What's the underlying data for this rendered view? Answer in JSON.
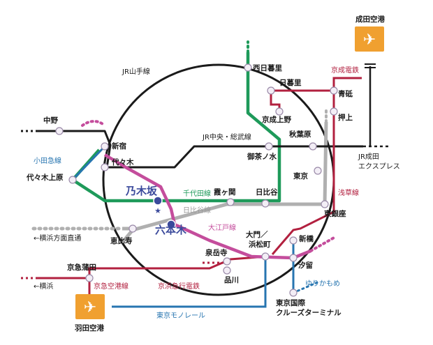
{
  "stations": {
    "narita": "成田空港",
    "nishi_nippori": "西日暮里",
    "nippori": "日暮里",
    "aoto": "青砥",
    "oshiage": "押上",
    "keisei_ueno": "京成上野",
    "akihabara": "秋葉原",
    "nakano": "中野",
    "shinjuku": "新宿",
    "yoyogi": "代々木",
    "yoyogi_uehara": "代々木上原",
    "ochanomizu": "御茶ノ水",
    "tokyo": "東京",
    "nogizaka": "乃木坂",
    "kasumigaseki": "霞ヶ関",
    "hibiya": "日比谷",
    "higashi_ginza": "東銀座",
    "roppongi": "六本木",
    "ebisu": "恵比寿",
    "daimon": "大門／",
    "hamamatsucho": "浜松町",
    "shimbashi": "新橋",
    "sengakuji": "泉岳寺",
    "shiodome": "汐留",
    "keikyu_kamata": "京急蒲田",
    "shinagawa": "品川",
    "haneda": "羽田空港",
    "cruise_terminal_1": "東京国際",
    "cruise_terminal_2": "クルーズターミナル"
  },
  "lines": {
    "yamanote": "JR山手線",
    "chuo_sobu": "JR中央・総武線",
    "keisei": "京成電鉄",
    "narita_express_1": "JR成田",
    "narita_express_2": "エクスプレス",
    "odakyu": "小田急線",
    "chiyoda": "千代田線",
    "hibiya": "日比谷線",
    "asakusa": "浅草線",
    "oedo": "大江戸線",
    "yokohama_direct": "←横浜方面直通",
    "yokohama": "←横浜",
    "keikyu_airport": "京急空港線",
    "keikyu_main": "京浜急行電鉄",
    "yurikamome": "ゆりかもめ",
    "monorail": "東京モノレール"
  },
  "colors": {
    "yamanote": "#1a1a1a",
    "chuo_sobu": "#1a1a1a",
    "chiyoda": "#1e9a5a",
    "hibiya": "#b0b0b0",
    "oedo": "#c44d9c",
    "asakusa_keisei": "#b2203f",
    "odakyu_yurikamome_monorail": "#2775b0",
    "airport_badge": "#f0a030",
    "highlight_text": "#3b4a9c"
  }
}
